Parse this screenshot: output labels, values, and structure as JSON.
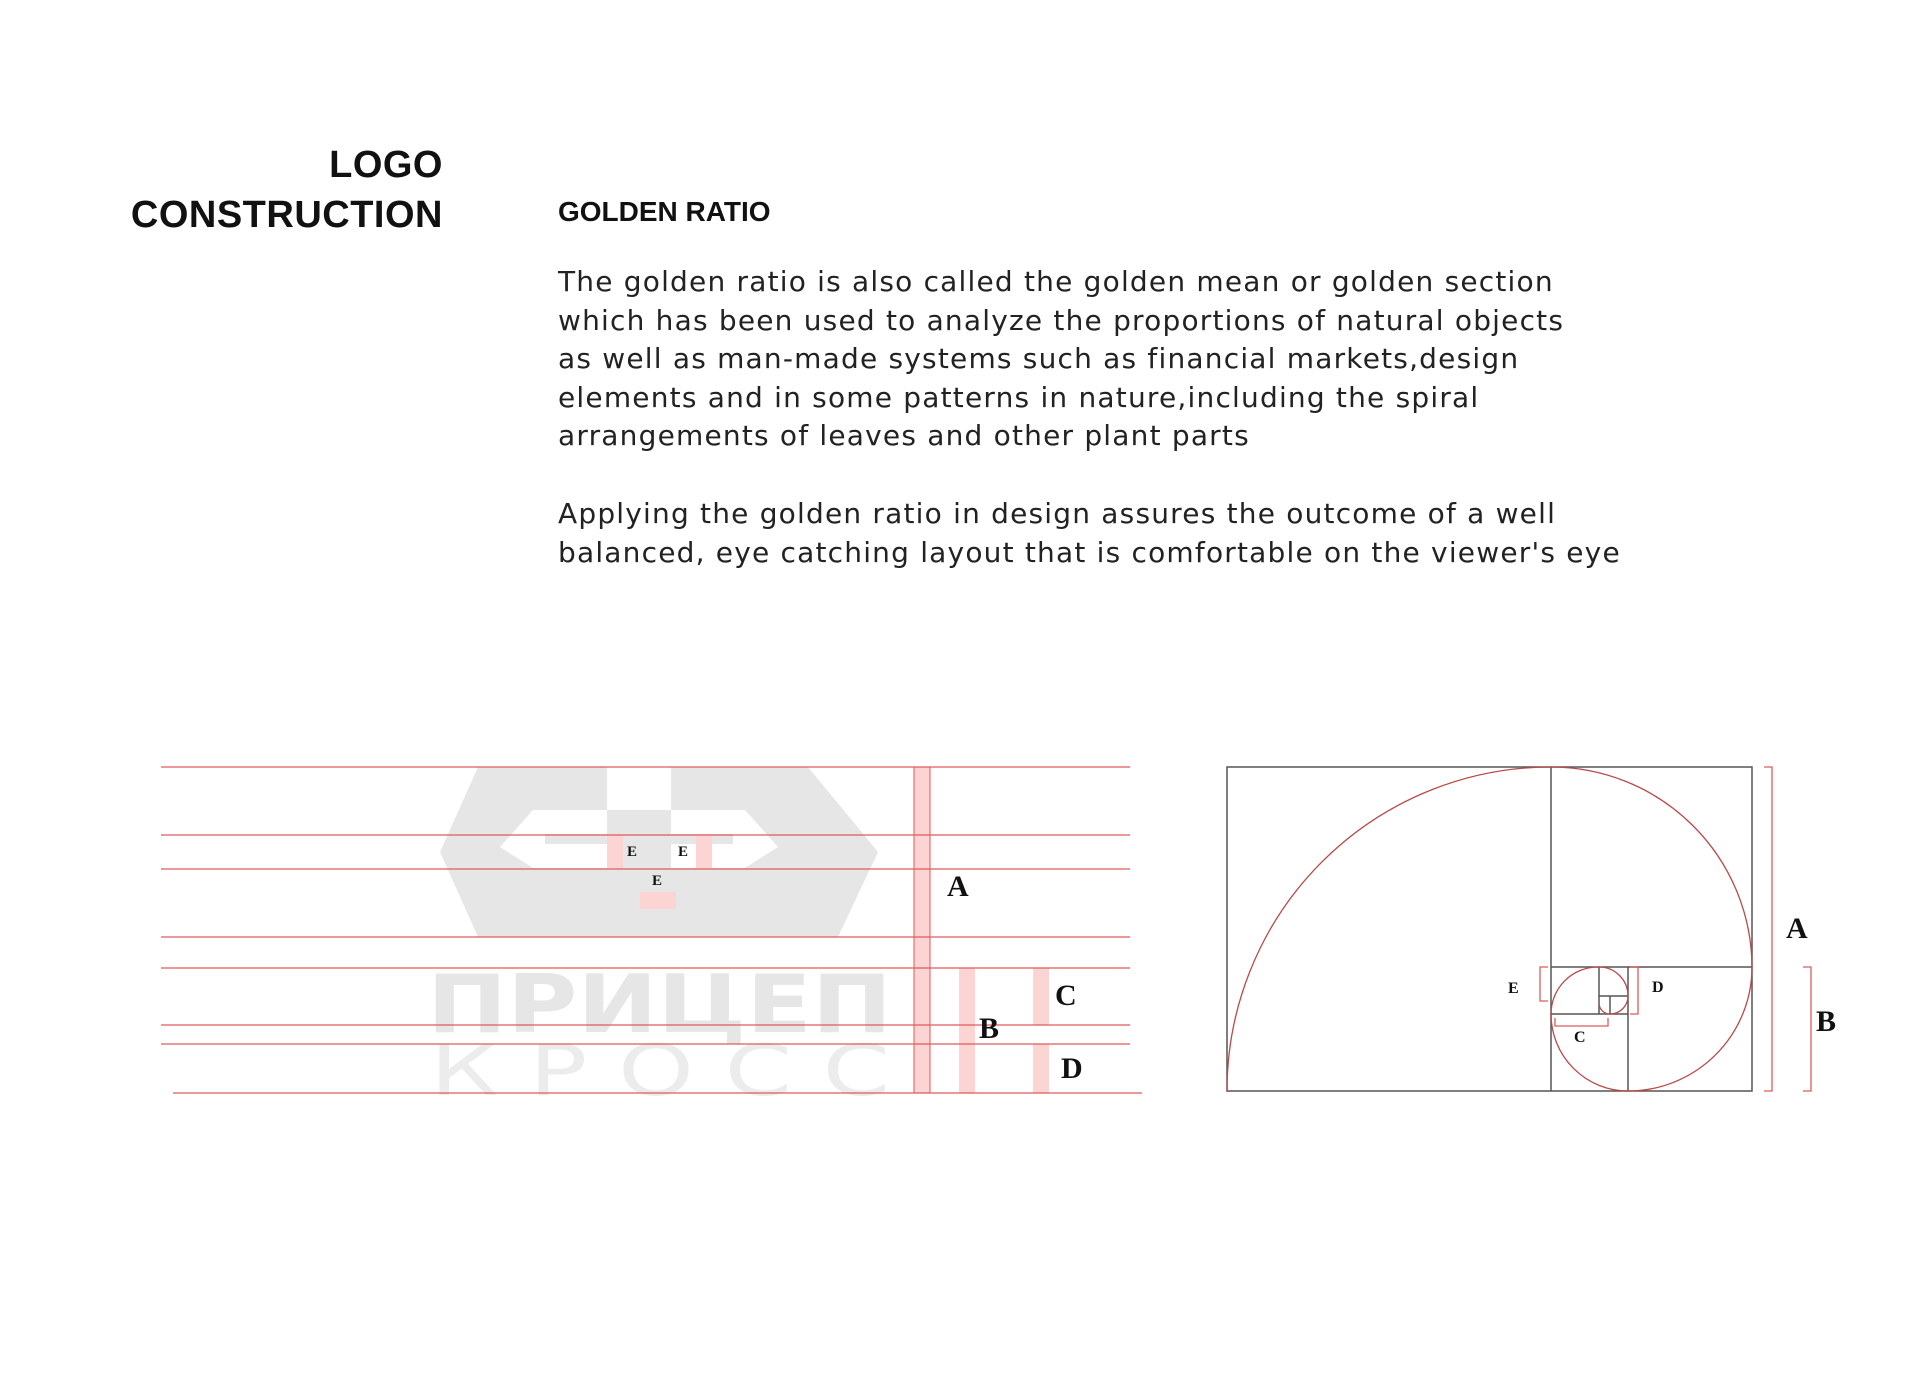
{
  "header": {
    "title_lines": [
      "LOGO",
      "CONSTRUCTION"
    ],
    "subtitle": "GOLDEN RATIO"
  },
  "body": {
    "paragraph1_lines": [
      "The golden ratio is also called the golden mean or golden section",
      "which has been used to analyze the proportions of natural objects",
      "as well as man-made systems such as financial markets,design",
      "elements and in some patterns in nature,including the spiral",
      "arrangements of leaves and other plant parts"
    ],
    "paragraph2_lines": [
      "Applying the golden ratio in design assures the outcome of a well",
      "balanced, eye catching layout that is comfortable on the viewer's eye"
    ]
  },
  "logo": {
    "wordmark_top": "ПРИЦЕП",
    "wordmark_bottom": "К Р О С С"
  },
  "grid_labels": {
    "a": "A",
    "b": "B",
    "c": "C",
    "d": "D",
    "e": "E"
  },
  "spiral_labels": {
    "a": "A",
    "b": "B",
    "c": "C",
    "d": "D",
    "e": "E"
  },
  "colors": {
    "guide_red": "#e05a5a",
    "guide_fill": "#fcd4d4",
    "logo_gray": "#e6e6e6",
    "spiral_red": "#b84a4a",
    "box_gray": "#555555"
  }
}
